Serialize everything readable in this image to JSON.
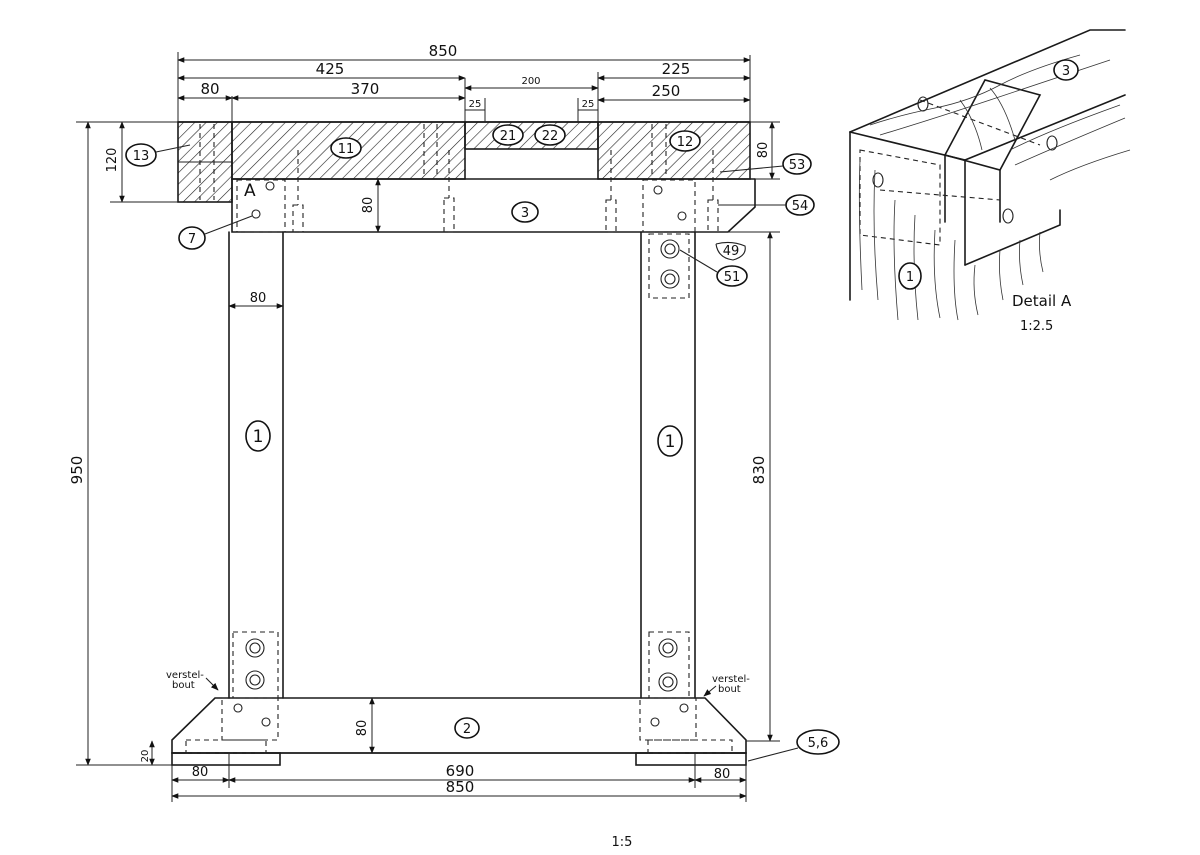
{
  "dimensions": {
    "overall_width_top": "850",
    "half_width": "425",
    "right_section": "225",
    "center_opening": "200",
    "left_post": "80",
    "left_span": "370",
    "small_left": "25",
    "small_right": "25",
    "right_span": "250",
    "top_height": "120",
    "crossbeam_height": "80",
    "top_right_height": "80",
    "post_width": "80",
    "overall_height": "950",
    "inner_height": "830",
    "foot_height": "80",
    "foot_offset": "20",
    "bottom_left": "80",
    "bottom_inner": "690",
    "bottom_right": "80",
    "overall_width_bottom": "850"
  },
  "part_labels": {
    "p13": "13",
    "p11": "11",
    "p21": "21",
    "p22": "22",
    "p12": "12",
    "p53": "53",
    "p54": "54",
    "p3": "3",
    "p7": "7",
    "p49": "49",
    "p51": "51",
    "p1_left": "1",
    "p1_right": "1",
    "p2": "2",
    "p56": "5,6",
    "detail_marker": "A"
  },
  "notes": {
    "verstelbout_left_1": "verstel-",
    "verstelbout_left_2": "bout",
    "verstelbout_right_1": "verstel-",
    "verstelbout_right_2": "bout"
  },
  "detail": {
    "title": "Detail A",
    "scale": "1:2.5",
    "label_3": "3",
    "label_1": "1"
  },
  "drawing_scale": "1:5"
}
